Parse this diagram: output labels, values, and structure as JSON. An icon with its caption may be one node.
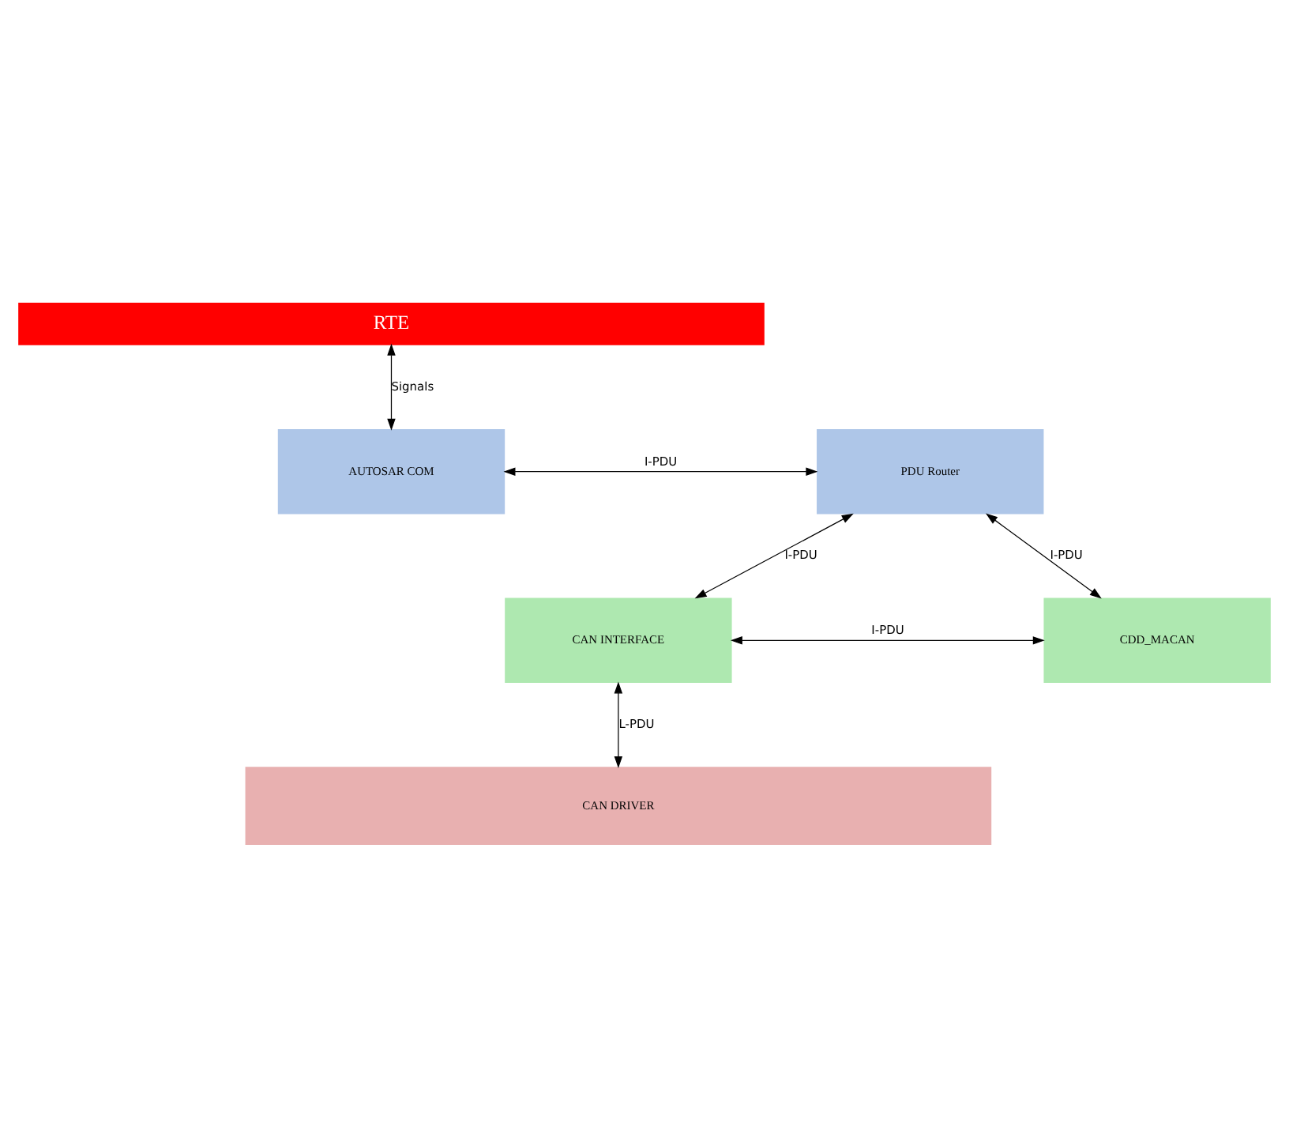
{
  "diagram": {
    "nodes": [
      {
        "text": [
          "RTE"
        ]
      },
      {
        "text": [
          "AUTOSAR COM"
        ]
      },
      {
        "text": [
          "PDU Router"
        ]
      },
      {
        "text": [
          "CAN INTERFACE"
        ]
      },
      {
        "text": [
          "CDD_MACAN"
        ]
      },
      {
        "text": [
          "CAN DRIVER"
        ]
      }
    ],
    "edges": [
      {
        "from": 0,
        "to": 1,
        "arrow": "both",
        "label": "Signals"
      },
      {
        "from": 1,
        "to": 2,
        "arrow": "both",
        "label": "I-PDU"
      },
      {
        "from": 2,
        "to": 3,
        "arrow": "both",
        "label": "I-PDU"
      },
      {
        "from": 2,
        "to": 4,
        "arrow": "both",
        "label": "I-PDU"
      },
      {
        "from": 3,
        "to": 4,
        "arrow": "both",
        "label": "I-PDU"
      },
      {
        "from": 3,
        "to": 5,
        "arrow": "both",
        "label": "L-PDU"
      }
    ]
  }
}
